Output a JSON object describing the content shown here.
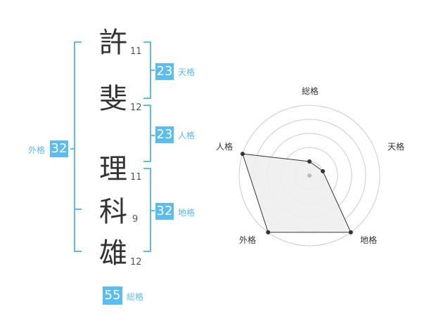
{
  "name": {
    "surname": [
      {
        "char": "許",
        "strokes": "11"
      },
      {
        "char": "斐",
        "strokes": "12"
      }
    ],
    "given": [
      {
        "char": "理",
        "strokes": "11"
      },
      {
        "char": "科",
        "strokes": "9"
      },
      {
        "char": "雄",
        "strokes": "12"
      }
    ]
  },
  "kaku": {
    "ten": {
      "label": "天格",
      "value": "23"
    },
    "jin": {
      "label": "人格",
      "value": "23"
    },
    "chi": {
      "label": "地格",
      "value": "32"
    },
    "gai": {
      "label": "外格",
      "value": "32"
    },
    "sou": {
      "label": "総格",
      "value": "55"
    }
  },
  "radar": {
    "axes": [
      "総格",
      "天格",
      "地格",
      "外格",
      "人格"
    ],
    "levels": [
      1,
      1,
      5,
      5,
      5
    ],
    "max_level": 5,
    "rings": 5
  },
  "colors": {
    "accent": "#5bbcf0",
    "text": "#333333",
    "radar_fill": "#eeeeee",
    "radar_grid": "#cccccc"
  }
}
